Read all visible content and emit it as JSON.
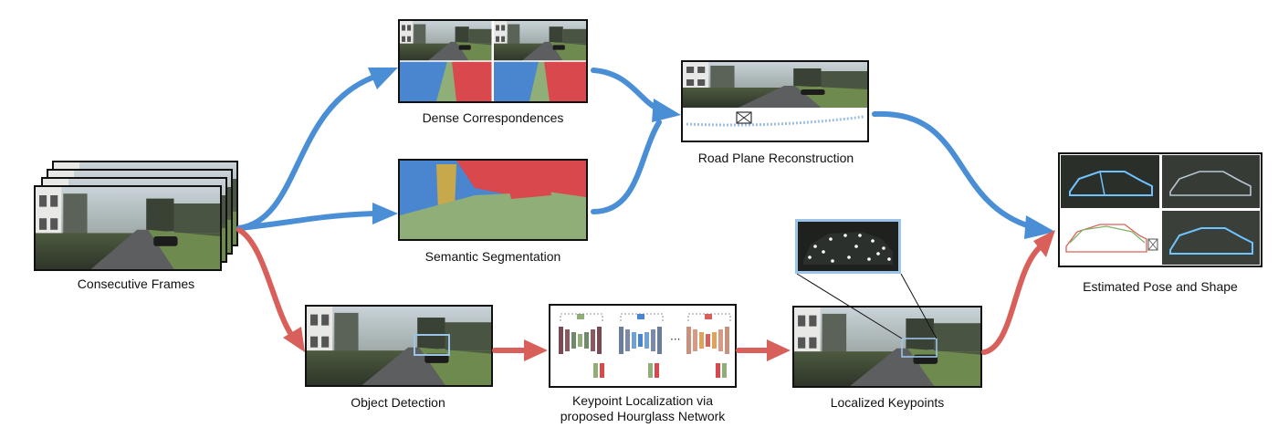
{
  "captions": {
    "consecutive_frames": "Consecutive Frames",
    "dense_correspondences": "Dense Correspondences",
    "semantic_segmentation": "Semantic Segmentation",
    "road_plane_reconstruction": "Road Plane Reconstruction",
    "estimated_pose_and_shape": "Estimated Pose and Shape",
    "object_detection": "Object Detection",
    "keypoint_localization_line1": "Keypoint Localization via",
    "keypoint_localization_line2": "proposed Hourglass Network",
    "localized_keypoints": "Localized Keypoints"
  },
  "colors": {
    "geometry_arrow": "#4a8fd6",
    "detection_arrow": "#d9605a",
    "seg_blue": "#4a86d0",
    "seg_red": "#d9484c",
    "seg_green": "#8fae78",
    "wireframe": "#6fc3ff"
  }
}
